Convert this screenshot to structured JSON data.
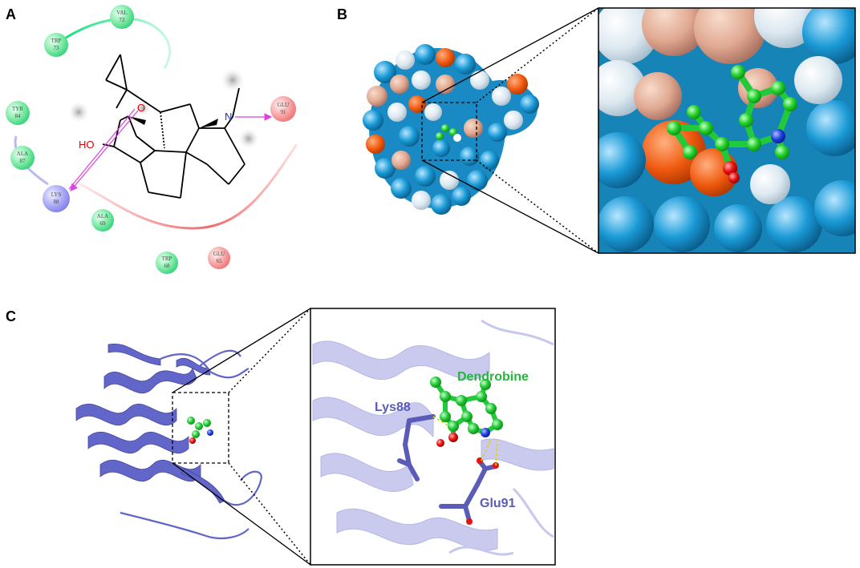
{
  "panels": {
    "a": "A",
    "b": "B",
    "c": "C"
  },
  "residues": [
    {
      "name": "VAL",
      "num": "72",
      "kind": "hydrophobic"
    },
    {
      "name": "TRP",
      "num": "73",
      "kind": "hydrophobic"
    },
    {
      "name": "TYR",
      "num": "84",
      "kind": "hydrophobic"
    },
    {
      "name": "ALA",
      "num": "87",
      "kind": "hydrophobic"
    },
    {
      "name": "LYS",
      "num": "88",
      "kind": "positive"
    },
    {
      "name": "ALA",
      "num": "69",
      "kind": "hydrophobic"
    },
    {
      "name": "TRP",
      "num": "68",
      "kind": "hydrophobic"
    },
    {
      "name": "GLU",
      "num": "65",
      "kind": "negative"
    },
    {
      "name": "GLU",
      "num": "91",
      "kind": "negative"
    }
  ],
  "atoms": {
    "oxygen": "O",
    "nitrogen": "N",
    "hydroxyl": "HO"
  },
  "labels": {
    "ligand": "Dendrobine",
    "lys": "Lys88",
    "glu": "Glu91"
  },
  "colors": {
    "hydrophobic": "#3ddc84",
    "positive": "#8a8cf0",
    "negative": "#f07a7a",
    "hbond": "#e040e0",
    "ligand": "#22c93a",
    "protein": "#6266c8",
    "surface_blue": "#1a93c8",
    "surface_orange": "#f05a10"
  }
}
